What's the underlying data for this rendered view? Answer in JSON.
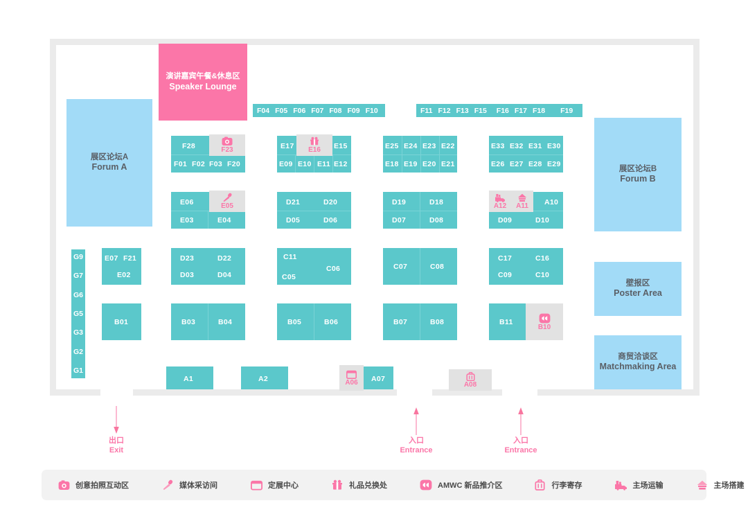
{
  "map": {
    "title": "Exhibition Floor Plan",
    "colors": {
      "booth_teal": "#5bc8cb",
      "area_blue": "#a2dbf7",
      "accent_pink": "#fb76a8",
      "service_grey": "#e2e2e2",
      "wall_grey": "#ebebeb"
    }
  },
  "areas": {
    "speaker_lounge": {
      "cn": "演讲嘉宾午餐&休息区",
      "en": "Speaker Lounge"
    },
    "forum_a": {
      "cn": "展区论坛A",
      "en": "Forum A"
    },
    "forum_b": {
      "cn": "展区论坛B",
      "en": "Forum B"
    },
    "poster_area": {
      "cn": "壁报区",
      "en": "Poster Area"
    },
    "matchmaking_area": {
      "cn": "商贸洽谈区",
      "en": "Matchmaking Area"
    }
  },
  "strips": {
    "f_left": [
      "F04",
      "F05",
      "F06",
      "F07",
      "F08",
      "F09",
      "F10"
    ],
    "f_right": [
      "F11",
      "F12",
      "F13",
      "F15",
      "F16",
      "F17",
      "F18",
      "F19"
    ],
    "g_column": [
      "G9",
      "G7",
      "G6",
      "G5",
      "G3",
      "G2",
      "G1"
    ]
  },
  "booths": {
    "f_block_top": [
      "F28"
    ],
    "f_block_bottom": [
      "F01",
      "F02",
      "F03",
      "F20"
    ],
    "e_block1_top": [
      "E17",
      "E15"
    ],
    "e_block1_bottom": [
      "E09",
      "E10",
      "E11",
      "E12"
    ],
    "e_block2_top": [
      "E25",
      "E24",
      "E23",
      "E22"
    ],
    "e_block2_bottom": [
      "E18",
      "E19",
      "E20",
      "E21"
    ],
    "e_block3_top": [
      "E33",
      "E32",
      "E31",
      "E30"
    ],
    "e_block3_bottom": [
      "E26",
      "E27",
      "E28",
      "E29"
    ],
    "e_block4_top": [
      "E06"
    ],
    "e_block4_bottom": [
      "E03",
      "E04"
    ],
    "d_block1_top": [
      "D21",
      "D20"
    ],
    "d_block1_bottom": [
      "D05",
      "D06"
    ],
    "d_block2_top": [
      "D19",
      "D18"
    ],
    "d_block2_bottom": [
      "D07",
      "D08"
    ],
    "d_block3_top": [
      "A10"
    ],
    "d_block3_bottom": [
      "D09",
      "D10"
    ],
    "ef_block": [
      "E07",
      "F21",
      "E02"
    ],
    "d_block4_top": [
      "D23",
      "D22"
    ],
    "d_block4_bottom": [
      "D03",
      "D04"
    ],
    "c_block1": [
      "C11",
      "C06",
      "C05"
    ],
    "c_block2": [
      "C07",
      "C08"
    ],
    "c_block3_top": [
      "C17",
      "C16"
    ],
    "c_block3_bottom": [
      "C09",
      "C10"
    ],
    "b_block1": [
      "B01"
    ],
    "b_block2": [
      "B03",
      "B04"
    ],
    "b_block3": [
      "B05",
      "B06"
    ],
    "b_block4": [
      "B07",
      "B08"
    ],
    "b_block5": [
      "B11"
    ],
    "a_block1": [
      "A1"
    ],
    "a_block2": [
      "A2"
    ],
    "a_block3": [
      "A07"
    ]
  },
  "services": {
    "F23": {
      "code": "F23",
      "icon": "camera-icon",
      "label_cn": "创意拍照互动区"
    },
    "E16": {
      "code": "E16",
      "icon": "gift-icon",
      "label_cn": "礼品兑换处"
    },
    "E05": {
      "code": "E05",
      "icon": "microphone-icon",
      "label_cn": "媒体采访间"
    },
    "A12": {
      "code": "A12",
      "icon": "truck-icon",
      "label_cn": "主场运输"
    },
    "A11": {
      "code": "A11",
      "icon": "build-icon",
      "label_cn": "主场搭建"
    },
    "B10": {
      "code": "B10",
      "icon": "amwc-icon",
      "label_cn": "AMWC 新品推介区"
    },
    "A06": {
      "code": "A06",
      "icon": "kiosk-icon",
      "label_cn": "定展中心"
    },
    "A08": {
      "code": "A08",
      "icon": "luggage-icon",
      "label_cn": "行李寄存"
    }
  },
  "markers": {
    "exit": {
      "cn": "出口",
      "en": "Exit"
    },
    "entrance_1": {
      "cn": "入口",
      "en": "Entrance"
    },
    "entrance_2": {
      "cn": "入口",
      "en": "Entrance"
    }
  },
  "legend": [
    {
      "icon": "camera-icon",
      "label": "创意拍照互动区"
    },
    {
      "icon": "microphone-icon",
      "label": "媒体采访间"
    },
    {
      "icon": "kiosk-icon",
      "label": "定展中心"
    },
    {
      "icon": "gift-icon",
      "label": "礼品兑换处"
    },
    {
      "icon": "amwc-icon",
      "label": "AMWC 新品推介区"
    },
    {
      "icon": "luggage-icon",
      "label": "行李寄存"
    },
    {
      "icon": "truck-icon",
      "label": "主场运输"
    },
    {
      "icon": "build-icon",
      "label": "主场搭建"
    }
  ]
}
